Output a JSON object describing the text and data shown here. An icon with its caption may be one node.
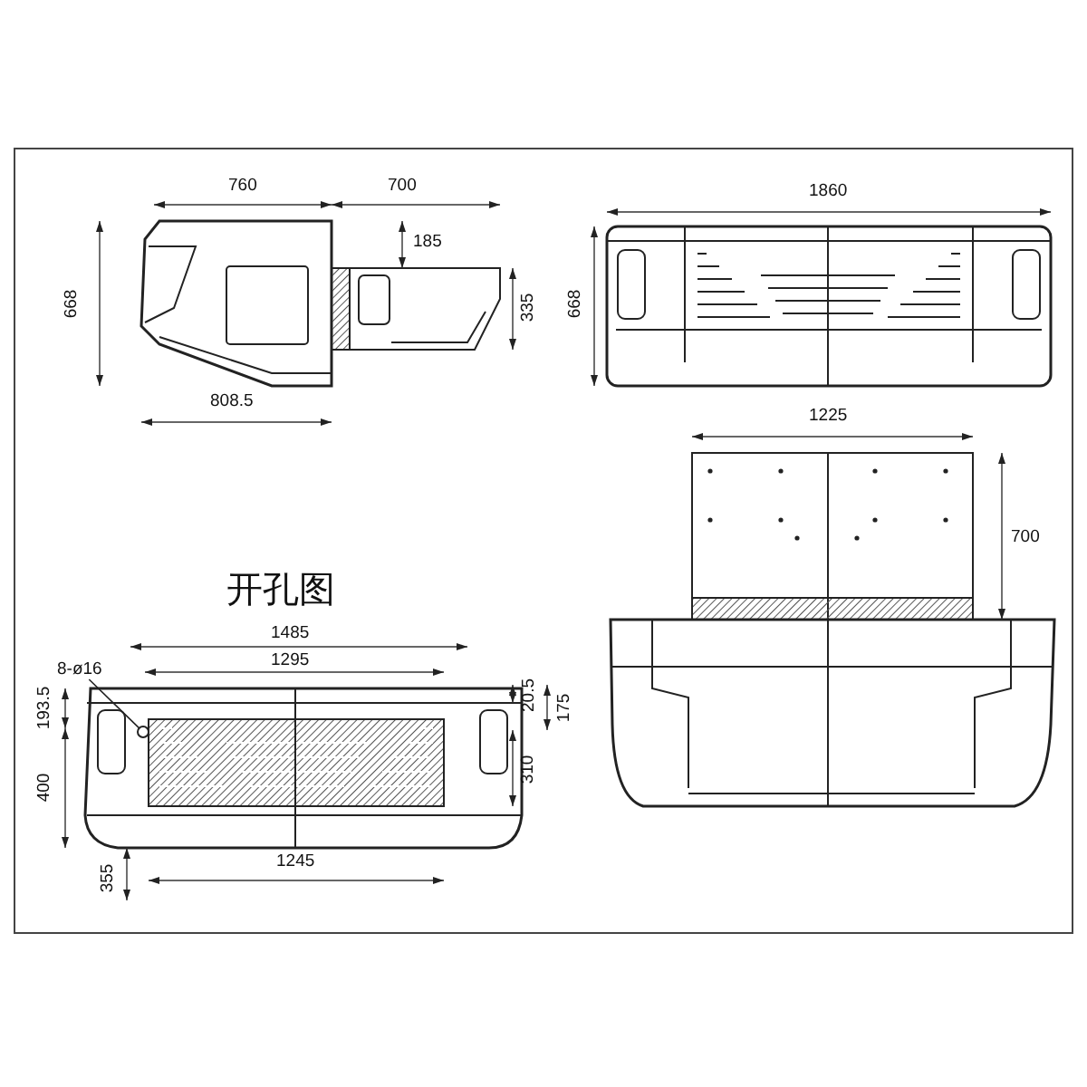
{
  "diagram": {
    "nodes": [
      {
        "text": [
          "8-ø16"
        ]
      },
      {
        "text": [],
        "shape": "circle"
      }
    ],
    "edges": [
      {
        "from": 0,
        "to": 1,
        "arrow": "none"
      }
    ],
    "labels": [
      "760",
      "700",
      "185",
      "668",
      "335",
      "808.5",
      "1860",
      "668",
      "1225",
      "700",
      "开孔图",
      "1485",
      "1295",
      "193.5",
      "20.5",
      "175",
      "400",
      "310",
      "1245",
      "355"
    ]
  }
}
